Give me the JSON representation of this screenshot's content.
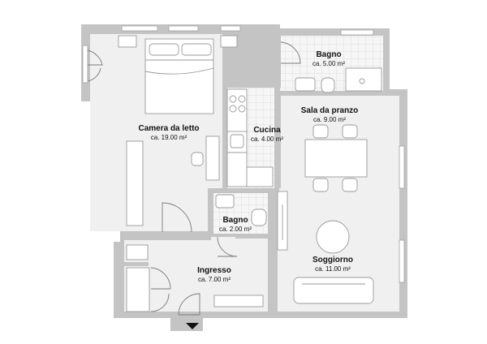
{
  "rooms": {
    "bedroom": {
      "name": "Camera da letto",
      "area": "ca. 19.00 m²"
    },
    "bath_top": {
      "name": "Bagno",
      "area": "ca. 5.00 m²"
    },
    "dining": {
      "name": "Sala da pranzo",
      "area": "ca. 9.00 m²"
    },
    "kitchen": {
      "name": "Cucina",
      "area": "ca. 4.00 m²"
    },
    "bath_small": {
      "name": "Bagno",
      "area": "ca. 2.00 m²"
    },
    "entry": {
      "name": "Ingresso",
      "area": "ca. 7.00 m²"
    },
    "living": {
      "name": "Soggiorno",
      "area": "ca. 11.00 m²"
    }
  },
  "colors": {
    "wall": "#c4c4c4",
    "floor": "#f0f0f0",
    "furniture_line": "#9a9a9a",
    "tile_line": "#dadada",
    "entrance_arrow": "#111111"
  }
}
